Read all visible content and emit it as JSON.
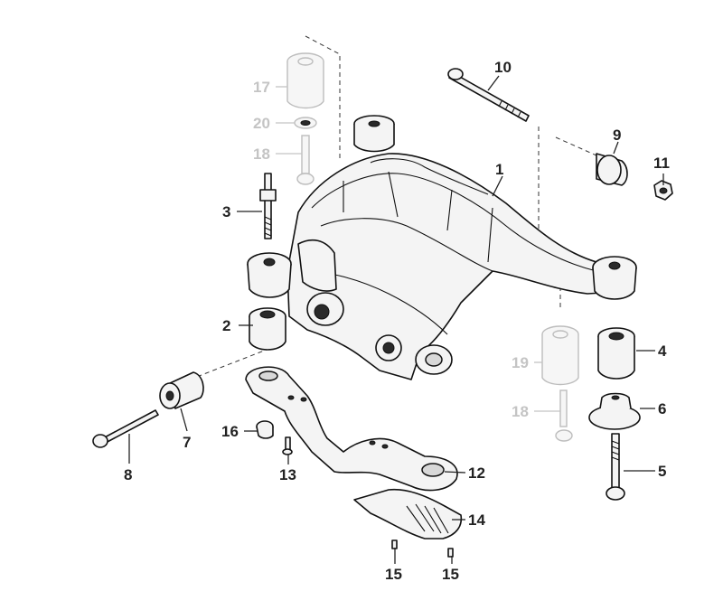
{
  "diagram": {
    "callouts": [
      {
        "id": "1",
        "label": "1",
        "style": "normal"
      },
      {
        "id": "2",
        "label": "2",
        "style": "normal"
      },
      {
        "id": "3",
        "label": "3",
        "style": "normal"
      },
      {
        "id": "4",
        "label": "4",
        "style": "normal"
      },
      {
        "id": "5",
        "label": "5",
        "style": "normal"
      },
      {
        "id": "6",
        "label": "6",
        "style": "normal"
      },
      {
        "id": "7",
        "label": "7",
        "style": "normal"
      },
      {
        "id": "8",
        "label": "8",
        "style": "normal"
      },
      {
        "id": "9",
        "label": "9",
        "style": "normal"
      },
      {
        "id": "10",
        "label": "10",
        "style": "normal"
      },
      {
        "id": "11",
        "label": "11",
        "style": "normal"
      },
      {
        "id": "12",
        "label": "12",
        "style": "normal"
      },
      {
        "id": "13",
        "label": "13",
        "style": "normal"
      },
      {
        "id": "14",
        "label": "14",
        "style": "normal"
      },
      {
        "id": "15a",
        "label": "15",
        "style": "normal"
      },
      {
        "id": "15b",
        "label": "15",
        "style": "normal"
      },
      {
        "id": "16",
        "label": "16",
        "style": "normal"
      },
      {
        "id": "17",
        "label": "17",
        "style": "ghost"
      },
      {
        "id": "18a",
        "label": "18",
        "style": "ghost"
      },
      {
        "id": "18b",
        "label": "18",
        "style": "ghost"
      },
      {
        "id": "19",
        "label": "19",
        "style": "ghost"
      },
      {
        "id": "20",
        "label": "20",
        "style": "ghost"
      }
    ]
  }
}
